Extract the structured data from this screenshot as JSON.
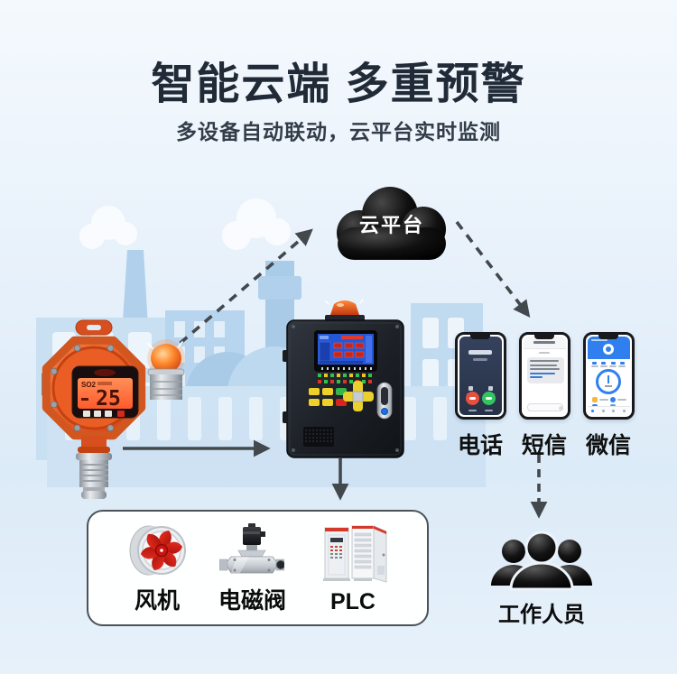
{
  "header": {
    "title": "智能云端 多重预警",
    "subtitle": "多设备自动联动，云平台实时监测"
  },
  "cloud": {
    "label": "云平台"
  },
  "detector": {
    "reading": "25",
    "gas_label": "SO2"
  },
  "channels": {
    "items": [
      {
        "label": "电话"
      },
      {
        "label": "短信"
      },
      {
        "label": "微信"
      }
    ]
  },
  "actuators": {
    "items": [
      {
        "label": "风机"
      },
      {
        "label": "电磁阀"
      },
      {
        "label": "PLC"
      }
    ]
  },
  "staff": {
    "label": "工作人员"
  },
  "colors": {
    "background_top": "#f4f9fd",
    "background_bottom": "#dcebf8",
    "title_text": "#212b38",
    "factory_silhouette": "#aecde9",
    "device_orange": "#e8582a",
    "cloud_black": "#0a0a0a",
    "arrow_gray": "#43484d",
    "controller_screen_blue": "#2456d8",
    "phone_accent_blue": "#2f80ee",
    "call_decline_red": "#e8503e",
    "call_accept_green": "#33c45f"
  }
}
